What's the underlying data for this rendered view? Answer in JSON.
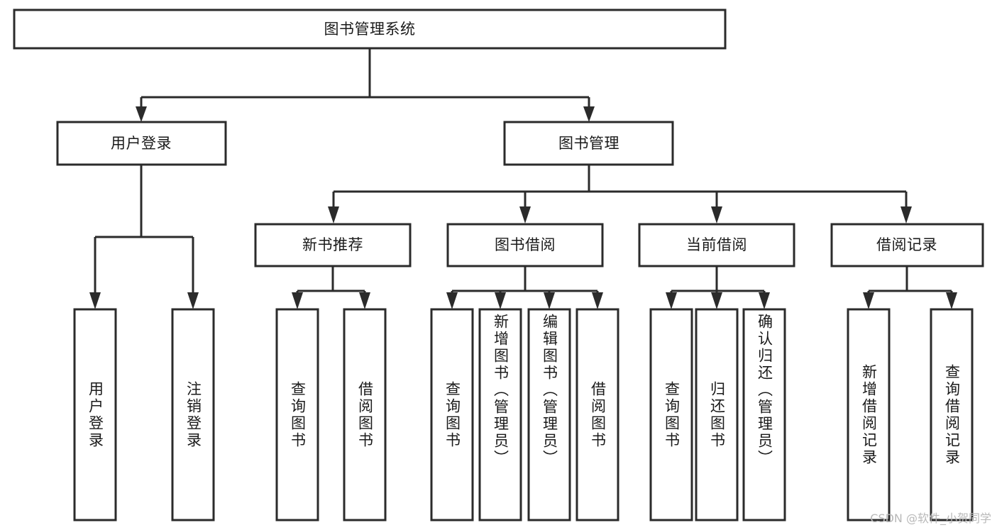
{
  "diagram": {
    "title": "图书管理系统",
    "type": "tree-hierarchy-diagram",
    "watermark": "CSDN @软件_小贺同学",
    "colors": {
      "stroke": "#2b2b2b",
      "fill": "#ffffff",
      "text": "#1a1a1a",
      "watermark": "#b9b9b9",
      "background": "#ffffff"
    },
    "root": {
      "label": "图书管理系统",
      "orientation": "horizontal"
    },
    "level2": [
      {
        "label": "用户登录",
        "orientation": "horizontal"
      },
      {
        "label": "图书管理",
        "orientation": "horizontal"
      }
    ],
    "level3": [
      {
        "label": "新书推荐",
        "orientation": "horizontal"
      },
      {
        "label": "图书借阅",
        "orientation": "horizontal"
      },
      {
        "label": "当前借阅",
        "orientation": "horizontal"
      },
      {
        "label": "借阅记录",
        "orientation": "horizontal"
      }
    ],
    "leaves": {
      "user_login": [
        {
          "label": "用户登录",
          "orientation": "vertical"
        },
        {
          "label": "注销登录",
          "orientation": "vertical"
        }
      ],
      "new_book_recommend": [
        {
          "label": "查询图书",
          "orientation": "vertical"
        },
        {
          "label": "借阅图书",
          "orientation": "vertical"
        }
      ],
      "book_borrow": [
        {
          "label": "查询图书",
          "orientation": "vertical"
        },
        {
          "label": "新增图书（管理员）",
          "orientation": "vertical"
        },
        {
          "label": "编辑图书（管理员）",
          "orientation": "vertical"
        },
        {
          "label": "借阅图书",
          "orientation": "vertical"
        }
      ],
      "current_borrow": [
        {
          "label": "查询图书",
          "orientation": "vertical"
        },
        {
          "label": "归还图书",
          "orientation": "vertical"
        },
        {
          "label": "确认归还（管理员）",
          "orientation": "vertical"
        }
      ],
      "borrow_record": [
        {
          "label": "新增借阅记录",
          "orientation": "vertical"
        },
        {
          "label": "查询借阅记录",
          "orientation": "vertical"
        }
      ]
    }
  }
}
